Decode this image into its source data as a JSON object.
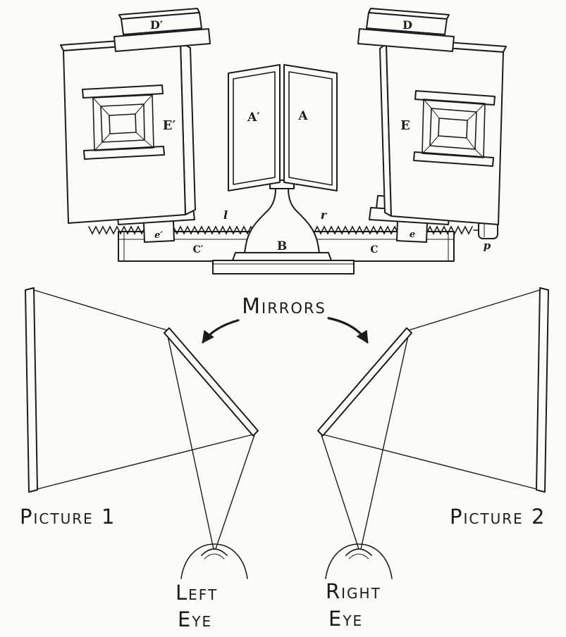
{
  "page": {
    "ink_color": "#1c1c1c",
    "paper_color": "#fcfbf8"
  },
  "apparatus": {
    "labels": {
      "slide_left": "D′",
      "slide_right": "D",
      "panel_left": "E′",
      "panel_right": "E",
      "mirror_left": "A′",
      "mirror_right": "A",
      "rod_left": "l",
      "rod_right": "r",
      "stand": "B",
      "carriage_left": "C′",
      "carriage_right": "C",
      "nut_left": "e′",
      "nut_right": "e",
      "knob": "p"
    }
  },
  "schematic": {
    "mirrors_label": "Mirrors",
    "picture_left_label": "Picture 1",
    "picture_right_label": "Picture 2",
    "left_eye_label_line1": "Left",
    "left_eye_label_line2": "Eye",
    "right_eye_label_line1": "Right",
    "right_eye_label_line2": "Eye"
  }
}
